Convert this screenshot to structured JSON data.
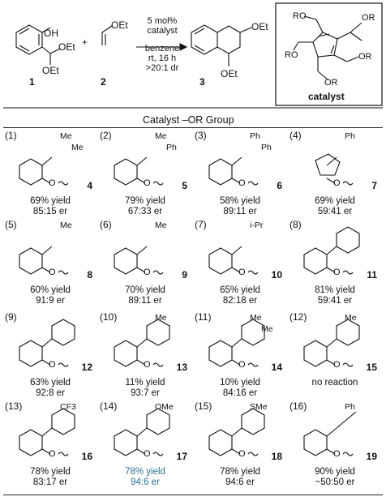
{
  "reaction": {
    "reagent1_label": "1",
    "reagent2_label": "2",
    "product_label": "3",
    "plus": "+",
    "oh": "OH",
    "oet": "OEt",
    "conditions": [
      "5 mol%",
      "catalyst",
      "benzene",
      "rt, 16 h",
      ">20:1 dr"
    ],
    "catalyst_title": "catalyst",
    "catalyst_groups": [
      "RO",
      "OR",
      "RO",
      "OR",
      "OR",
      "O",
      "O",
      "O",
      "O",
      "O"
    ]
  },
  "table": {
    "header": "Catalyst –OR Group",
    "entries": [
      {
        "num": "(1)",
        "cmp": "4",
        "yield": "69% yield",
        "er": "85:15 er",
        "extra": [
          "Me",
          "Me"
        ]
      },
      {
        "num": "(2)",
        "cmp": "5",
        "yield": "79% yield",
        "er": "67:33 er",
        "extra": [
          "Me",
          "Ph"
        ]
      },
      {
        "num": "(3)",
        "cmp": "6",
        "yield": "58% yield",
        "er": "89:11 er",
        "extra": [
          "Ph",
          "Ph"
        ]
      },
      {
        "num": "(4)",
        "cmp": "7",
        "yield": "69% yield",
        "er": "59:41 er",
        "extra": [
          "Ph"
        ]
      },
      {
        "num": "(5)",
        "cmp": "8",
        "yield": "60% yield",
        "er": "91:9 er",
        "extra": [
          "Me"
        ]
      },
      {
        "num": "(6)",
        "cmp": "9",
        "yield": "70% yield",
        "er": "89:11 er",
        "extra": [
          "Me"
        ]
      },
      {
        "num": "(7)",
        "cmp": "10",
        "yield": "65% yield",
        "er": "82:18 er",
        "extra": [
          "i-Pr"
        ]
      },
      {
        "num": "(8)",
        "cmp": "11",
        "yield": "81% yield",
        "er": "59:41 er",
        "extra": []
      },
      {
        "num": "(9)",
        "cmp": "12",
        "yield": "63% yield",
        "er": "92:8 er",
        "extra": []
      },
      {
        "num": "(10)",
        "cmp": "13",
        "yield": "11% yield",
        "er": "93:7 er",
        "extra": [
          "Me"
        ]
      },
      {
        "num": "(11)",
        "cmp": "14",
        "yield": "10% yield",
        "er": "84:16 er",
        "extra": [
          "Me",
          "Me"
        ]
      },
      {
        "num": "(12)",
        "cmp": "15",
        "yield": "no reaction",
        "er": "",
        "extra": [
          "Me"
        ]
      },
      {
        "num": "(13)",
        "cmp": "16",
        "yield": "78% yield",
        "er": "83:17 er",
        "extra": [
          "CF3"
        ]
      },
      {
        "num": "(14)",
        "cmp": "17",
        "yield": "78% yield",
        "er": "94:6 er",
        "extra": [
          "OMe"
        ],
        "highlight": true
      },
      {
        "num": "(15)",
        "cmp": "18",
        "yield": "78% yield",
        "er": "94:6 er",
        "extra": [
          "SMe"
        ]
      },
      {
        "num": "(16)",
        "cmp": "19",
        "yield": "90% yield",
        "er": "~50:50 er",
        "extra": [
          "Ph"
        ]
      }
    ]
  }
}
